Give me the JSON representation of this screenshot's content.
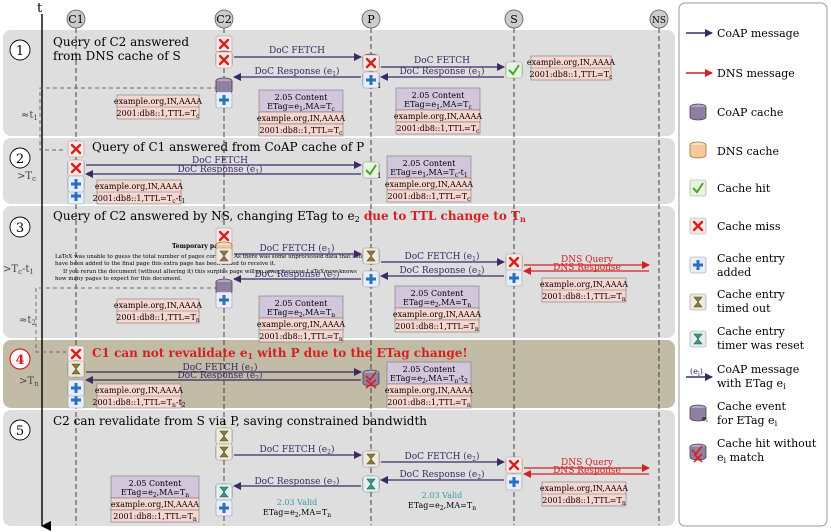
{
  "axis": {
    "time": "t"
  },
  "nodes": [
    "C1",
    "C2",
    "P",
    "S",
    "NS"
  ],
  "colors": {
    "coap": "#3b2a66",
    "dns": "#d42020",
    "coap_cache": "#8f7fa0",
    "dns_cache": "#f6c99a",
    "hit": "#9fd28a",
    "miss": "#d42020",
    "added": "#2a6fc2",
    "panel": "#dedede",
    "panel_hl": "#c2bca6",
    "box_pink": "#f8d6d0",
    "box_purple": "#d2c6dc",
    "red_text": "#d42020",
    "valid_text": "#3a9aa8"
  },
  "phases": [
    {
      "num": "1",
      "title": "Query of C2 answered",
      "title2": "from DNS cache of S"
    },
    {
      "num": "2",
      "title": "Query of C1 answered from CoAP cache of P"
    },
    {
      "num": "3",
      "title": "Query of C2 answered by NS, changing ETag to e",
      "title_sub": "2",
      "title_red": " due to TTL change to T",
      "title_red_sub": "n"
    },
    {
      "num": "4",
      "title_red": "C1 can not revalidate e",
      "title_red_sub": "1",
      "title_red2": " with P due to the ETag change!"
    },
    {
      "num": "5",
      "title": "C2 can revalidate from S via P, saving constrained bandwidth"
    }
  ],
  "time_labels": {
    "t1": "≈t",
    "t1_sub": "1",
    "tc": ">T",
    "tc_sub": "c",
    "tctl": ">T",
    "tctl_sub": "c",
    "tctl_tail": "-t",
    "tctl_sub2": "1",
    "t2": "≈t",
    "t2_sub": "2",
    "tn": ">T",
    "tn_sub": "n"
  },
  "messages": {
    "doc_fetch": "DoC FETCH",
    "doc_resp_e1": "DoC Response (e",
    "sub1": "1",
    "sub2": "2",
    "close": ")",
    "doc_fetch_e1": "DoC FETCH (e",
    "doc_resp_e2": "DoC Response (e",
    "doc_fetch_e2": "DoC FETCH (e",
    "dns_query": "DNS Query",
    "dns_response": "DNS Response"
  },
  "boxes": {
    "rr_name": "example.org,IN,AAAA",
    "rr_ttl_c": "2001:db8::1,TTL=T",
    "sub_c": "c",
    "rr_ttl_ct1": "2001:db8::1,TTL=T",
    "sub_ct1": "c",
    "ct1_tail": "-t",
    "sub_ct1b": "1",
    "rr_ttl_n": "2001:db8::1,TTL=T",
    "sub_n": "n",
    "rr_ttl_nt2": "2001:db8::1,TTL=T",
    "nt2_tail": "-t",
    "sub_nt2": "2",
    "content": "2.05 Content",
    "etag_e1": "ETag=e",
    "etag_ma": ",MA=T",
    "valid": "2.03 Valid",
    "valid_etag": "ETag=e"
  },
  "temp_page": {
    "title": "Temporary page!",
    "l1": "LaTeX was unable to guess the total number of pages correctly. As there was some unprocessed data that should",
    "l2": "have been added to the final page this extra page has been added to receive it.",
    "l3": "If you rerun the document (without altering it) this surplus page will go away, because LaTeX now knows",
    "l4": "how many pages to expect for this document."
  },
  "legend": [
    {
      "icon": "coap-arrow",
      "label": "CoAP message"
    },
    {
      "icon": "dns-arrow",
      "label": "DNS message"
    },
    {
      "icon": "coap-cache",
      "label": "CoAP cache"
    },
    {
      "icon": "dns-cache",
      "label": "DNS cache"
    },
    {
      "icon": "hit",
      "label": "Cache hit"
    },
    {
      "icon": "miss",
      "label": "Cache miss"
    },
    {
      "icon": "added",
      "label": "Cache entry",
      "label2": "added"
    },
    {
      "icon": "timeout",
      "label": "Cache entry",
      "label2": "timed out"
    },
    {
      "icon": "reset",
      "label": "Cache entry",
      "label2": "timer was reset"
    },
    {
      "icon": "etag-msg",
      "label": "CoAP message",
      "label2": "with ETag e",
      "sub": "i",
      "badge": "(e",
      "badge_sub": "i",
      "badge_close": ")"
    },
    {
      "icon": "event",
      "label": "Cache event",
      "label2": "for ETag e",
      "sub": "i",
      "badge": "e",
      "badge_sub": "i"
    },
    {
      "icon": "hit-mismatch",
      "label": "Cache hit without",
      "label2": "e",
      "sub": "i",
      "label2b": " match"
    }
  ]
}
